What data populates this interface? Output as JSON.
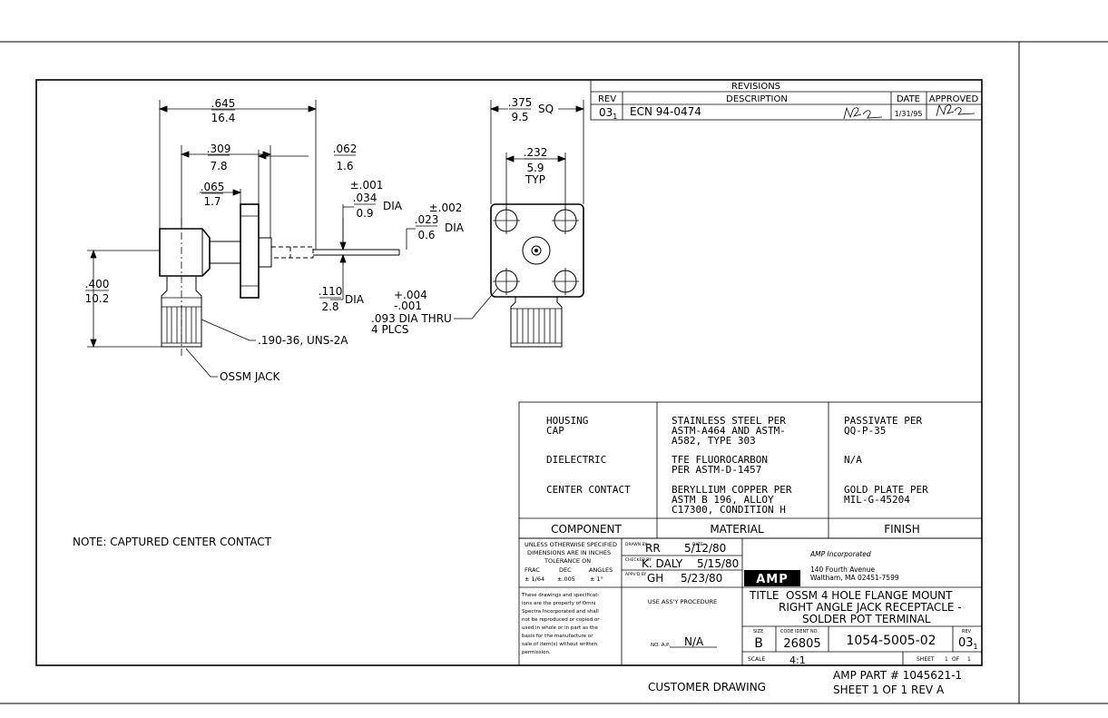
{
  "revisions": {
    "title": "REVISIONS",
    "headers": {
      "rev": "REV",
      "description": "DESCRIPTION",
      "date": "DATE",
      "approved": "APPROVED"
    },
    "rows": [
      {
        "rev": "03",
        "rev_sub": "1",
        "description": "ECN 94-0474",
        "date": "1/31/95"
      }
    ]
  },
  "side_view": {
    "dim_overall_in": ".645",
    "dim_overall_mm": "16.4",
    "dim_body_in": ".309",
    "dim_body_mm": "7.8",
    "dim_flange_gap_in": ".065",
    "dim_flange_gap_mm": "1.7",
    "dim_flange_thk_in": ".062",
    "dim_flange_thk_mm": "1.6",
    "dim_contact_tol": "±.001",
    "dim_contact_in": ".034",
    "dim_contact_mm": "0.9",
    "dim_contact_suffix": "DIA",
    "dim_pin_tol": "±.002",
    "dim_pin_in": ".023",
    "dim_pin_mm": "0.6",
    "dim_pin_suffix": "DIA",
    "dim_dielectric_in": ".110",
    "dim_dielectric_mm": "2.8",
    "dim_dielectric_suffix": "DIA",
    "dim_height_in": ".400",
    "dim_height_mm": "10.2",
    "thread_label": ".190-36, UNS-2A",
    "jack_label": "OSSM JACK"
  },
  "front_view": {
    "dim_square_in": ".375",
    "dim_square_mm": "9.5",
    "dim_square_suffix": "SQ",
    "dim_spacing_in": ".232",
    "dim_spacing_mm": "5.9",
    "dim_spacing_suffix": "TYP",
    "hole_tol_plus": "+.004",
    "hole_tol_minus": "-.001",
    "hole_label": ".093 DIA THRU",
    "hole_count": "4 PLCS"
  },
  "note": "NOTE: CAPTURED CENTER CONTACT",
  "bom": {
    "headers": {
      "component": "COMPONENT",
      "material": "MATERIAL",
      "finish": "FINISH"
    },
    "rows": [
      {
        "component": [
          "HOUSING",
          "CAP"
        ],
        "material": [
          "STAINLESS STEEL PER",
          "ASTM-A464 AND ASTM-",
          "A582, TYPE 303"
        ],
        "finish": [
          "PASSIVATE PER",
          "QQ-P-35"
        ]
      },
      {
        "component": [
          "DIELECTRIC"
        ],
        "material": [
          "TFE FLUOROCARBON",
          "PER ASTM-D-1457"
        ],
        "finish": [
          "N/A"
        ]
      },
      {
        "component": [
          "CENTER CONTACT"
        ],
        "material": [
          "BERYLLIUM COPPER PER",
          "ASTM B 196, ALLOY",
          "C17300, CONDITION H"
        ],
        "finish": [
          "GOLD PLATE PER",
          "MIL-G-45204"
        ]
      }
    ]
  },
  "title_block": {
    "tolerance": [
      "UNLESS OTHERWISE SPECIFIED",
      "DIMENSIONS ARE IN INCHES",
      "TOLERANCE ON"
    ],
    "tol_headers": [
      "FRAC",
      "DEC",
      "ANGLES"
    ],
    "tol_values": [
      "± 1/64",
      "±.005",
      "± 1°"
    ],
    "drawn_label": "DRAWN BY",
    "drawn_by": "RR",
    "drawn_date_label": "DATE",
    "drawn_date": "5/12/80",
    "checked_label": "CHECKED BY",
    "checked_by": "K. DALY",
    "checked_date": "5/15/80",
    "approved_label": "APPV'D BY",
    "approved_by": "GH",
    "approved_date": "5/23/80",
    "logo": "AMP",
    "company": "AMP Incorporated",
    "address1": "140 Fourth Avenue",
    "address2": "Waltham, MA 02451-7599",
    "proprietary": [
      "These drawings and specificat-",
      "ions are the property of Omni",
      "Spectra Incorporated and shall",
      "not be reproduced or copied or",
      "used in whole or in part as the",
      "basis for the manufacture or",
      "sale of item(s) without written",
      "permission."
    ],
    "assy_label": "USE ASS'Y PROCEDURE",
    "no_ap_label": "NO. A.P.",
    "no_ap_value": "N/A",
    "title_label": "TITLE",
    "title_lines": [
      "OSSM 4 HOLE FLANGE MOUNT",
      "RIGHT ANGLE JACK RECEPTACLE -",
      "SOLDER POT TERMINAL"
    ],
    "size_label": "SIZE",
    "size": "B",
    "code_label": "CODE IDENT NO.",
    "code": "26805",
    "dwg_number": "1054-5005-02",
    "rev_label": "REV",
    "rev": "03",
    "rev_sub": "1",
    "scale_label": "SCALE",
    "scale": "4:1",
    "sheet_label": "SHEET",
    "sheet": "1",
    "of_label": "OF",
    "of": "1"
  },
  "footer": {
    "customer": "CUSTOMER DRAWING",
    "part": "AMP PART # 1045621-1",
    "sheet": "SHEET 1 OF 1   REV A"
  }
}
